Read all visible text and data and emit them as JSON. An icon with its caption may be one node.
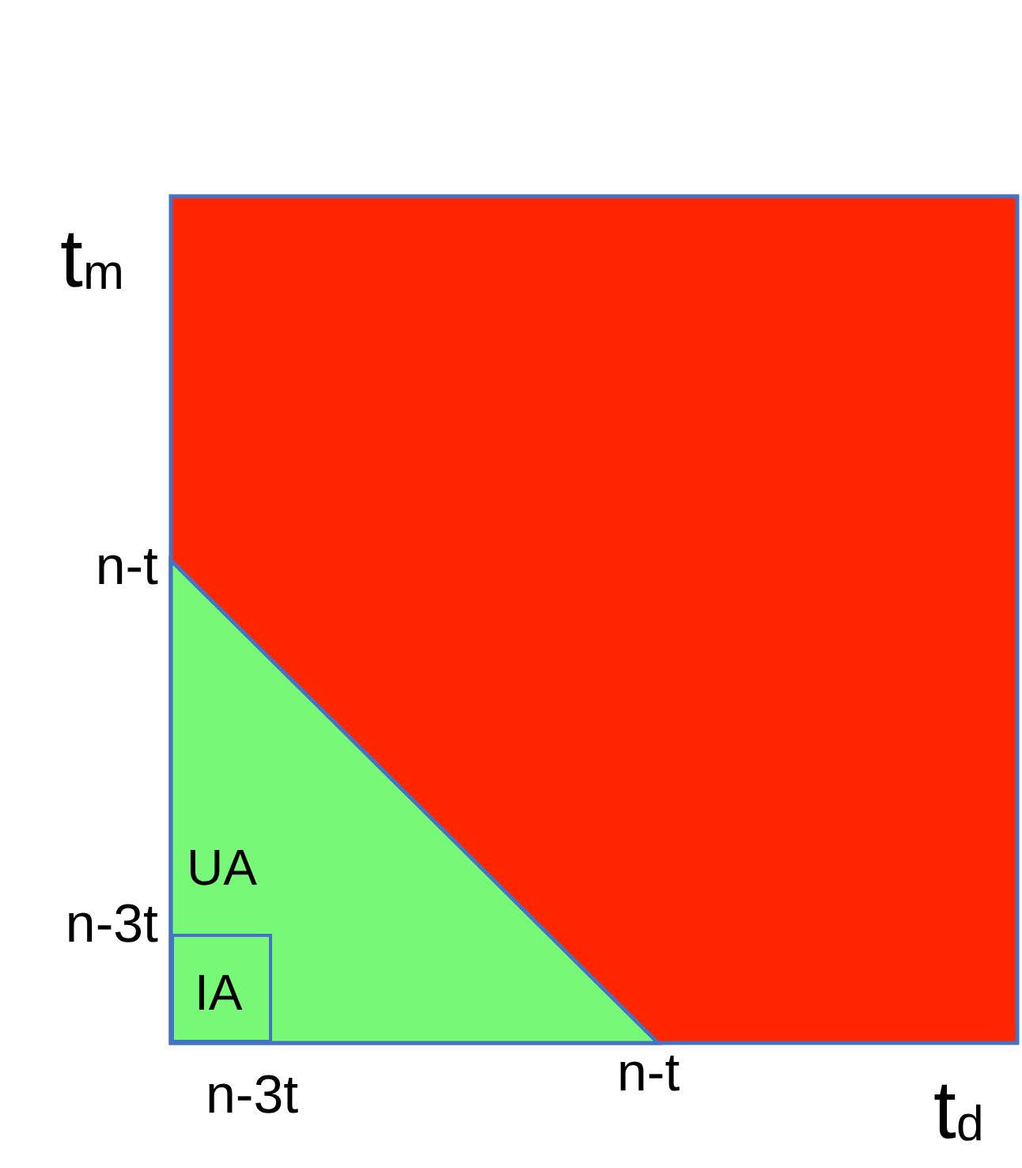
{
  "diagram": {
    "nodes": [
      {
        "text": [
          "UA"
        ]
      },
      {
        "text": [
          "IA"
        ],
        "in": 0
      }
    ],
    "labels": [
      "t$_{m}$",
      "n-t",
      "n-3t",
      "n-3t",
      "n-t",
      "t$_{d}$"
    ]
  }
}
